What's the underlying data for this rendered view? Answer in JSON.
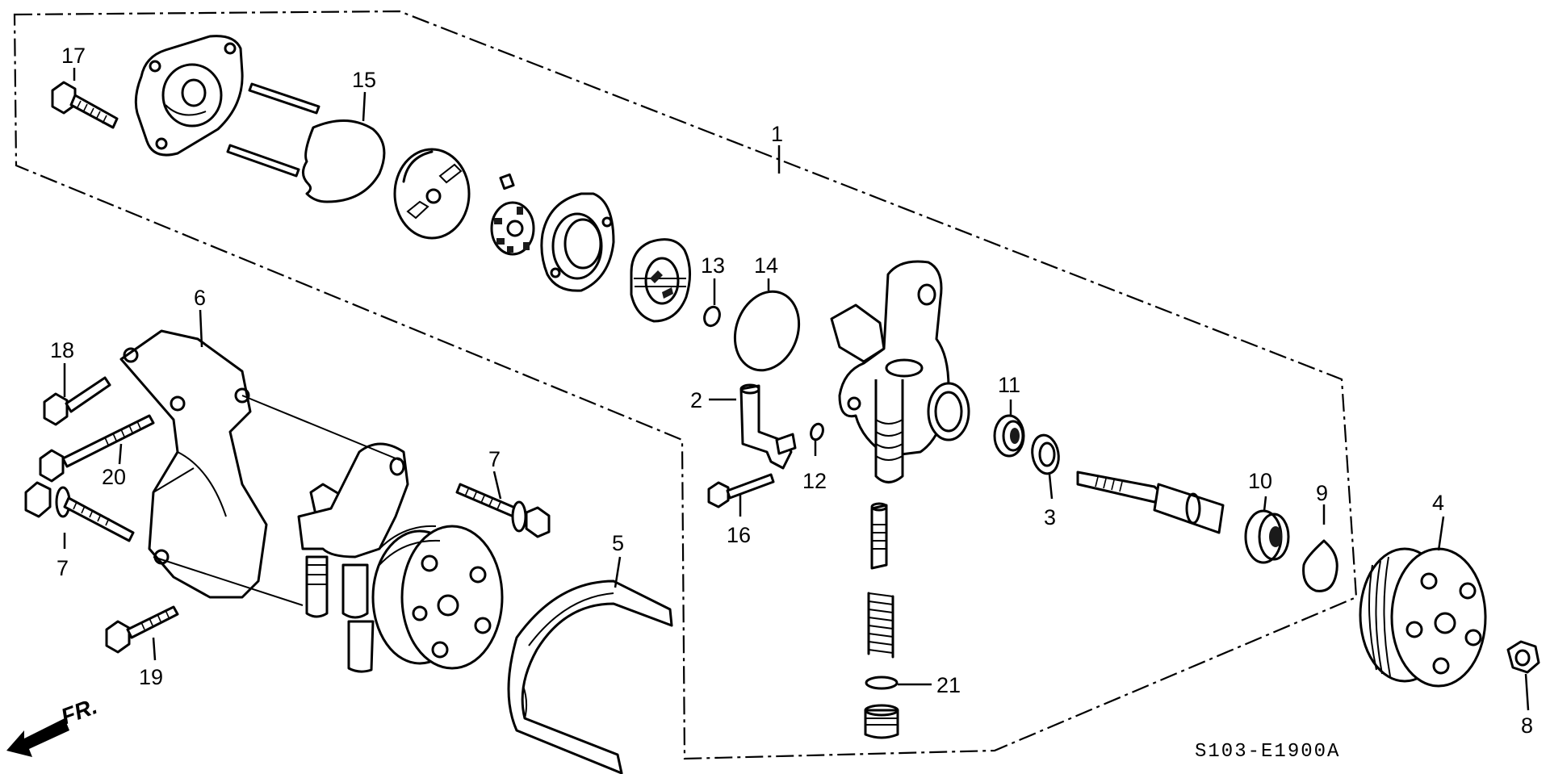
{
  "diagram": {
    "diagram_code": "S103-E1900A",
    "direction_label": "FR.",
    "callouts": {
      "c1": "1",
      "c2": "2",
      "c3": "3",
      "c4": "4",
      "c5": "5",
      "c6": "6",
      "c7a": "7",
      "c7b": "7",
      "c8": "8",
      "c9": "9",
      "c10": "10",
      "c11": "11",
      "c12": "12",
      "c13": "13",
      "c14": "14",
      "c15": "15",
      "c16": "16",
      "c17": "17",
      "c18": "18",
      "c19": "19",
      "c20": "20",
      "c21": "21"
    }
  }
}
